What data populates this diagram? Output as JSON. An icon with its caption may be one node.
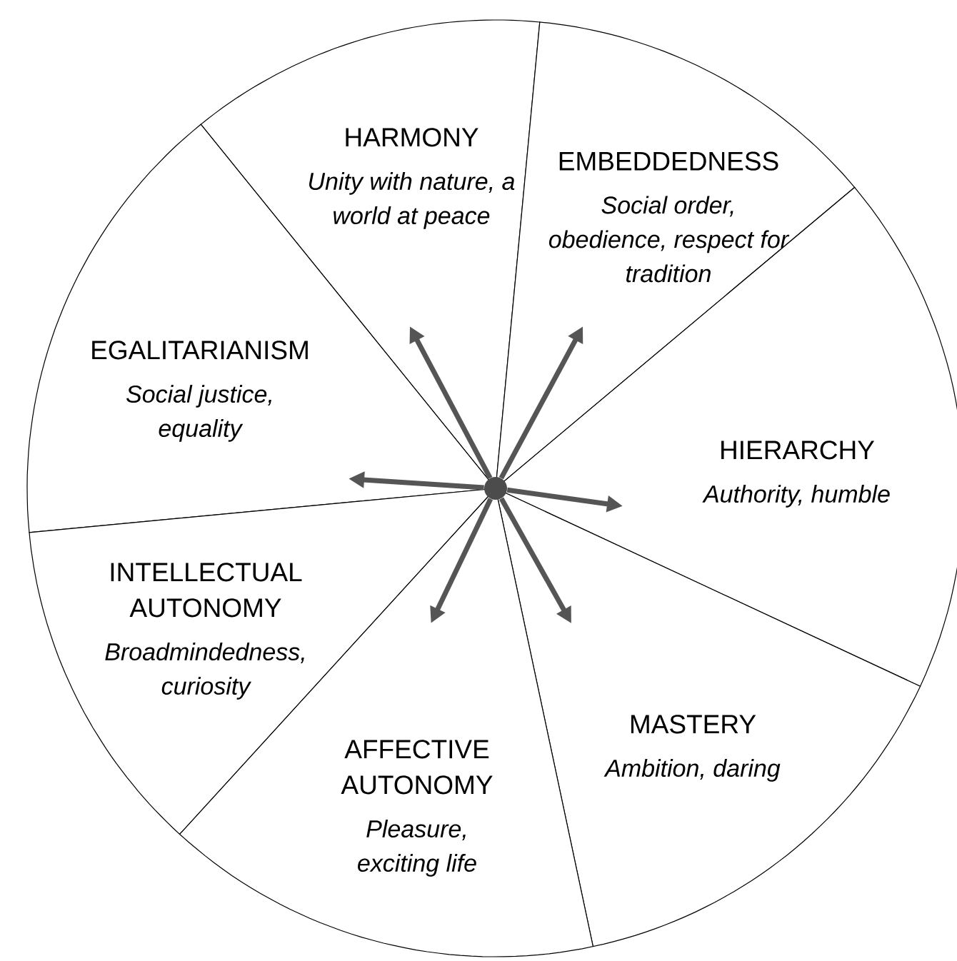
{
  "diagram": {
    "nodes": [
      {
        "text": [
          "HARMONY",
          "Unity with nature, a world at peace"
        ]
      },
      {
        "text": [
          "EMBEDDEDNESS",
          "Social order, obedience, respect for tradition"
        ]
      },
      {
        "text": [
          "EGALITARIANISM",
          "Social justice, equality"
        ]
      },
      {
        "text": [
          "HIERARCHY",
          "Authority, humble"
        ]
      },
      {
        "text": [
          "INTELLECTUAL AUTONOMY",
          "Broadmindedness, curiosity"
        ]
      },
      {
        "text": [
          "MASTERY",
          "Ambition, daring"
        ]
      },
      {
        "text": [
          "AFFECTIVE AUTONOMY",
          "Pleasure, exciting life"
        ]
      },
      {
        "text": [],
        "shape": "circle"
      }
    ],
    "edges": [
      {
        "from": 7,
        "to": 0,
        "arrow": "to"
      },
      {
        "from": 7,
        "to": 1,
        "arrow": "to"
      },
      {
        "from": 7,
        "to": 2,
        "arrow": "to"
      },
      {
        "from": 7,
        "to": 3,
        "arrow": "to"
      },
      {
        "from": 7,
        "to": 6,
        "arrow": "to"
      },
      {
        "from": 7,
        "to": 5,
        "arrow": "to"
      }
    ]
  }
}
